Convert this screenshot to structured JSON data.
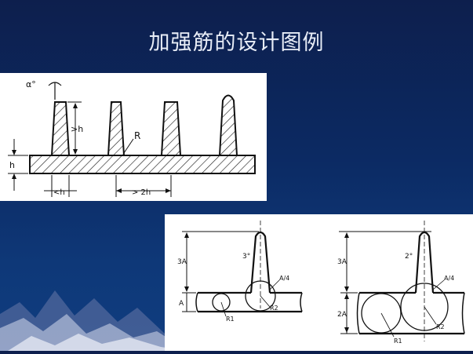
{
  "slide": {
    "title": "加强筋的设计图例"
  },
  "diagram1": {
    "angle_label": "α°",
    "height_label": ">h",
    "base_label": "h",
    "radius_label": "R",
    "width_label": "<h",
    "spacing_label": "> 2h"
  },
  "diagram2": {
    "left": {
      "height_label": "3A",
      "angle_label": "3°",
      "fillet_label": "A/4",
      "thickness_label": "A",
      "circle1_label": "R1",
      "circle2_label": "R2"
    },
    "right": {
      "height_label": "3A",
      "angle_label": "2°",
      "fillet_label": "A/4",
      "thickness_label": "2A",
      "circle1_label": "R1",
      "circle2_label": "R2"
    }
  }
}
